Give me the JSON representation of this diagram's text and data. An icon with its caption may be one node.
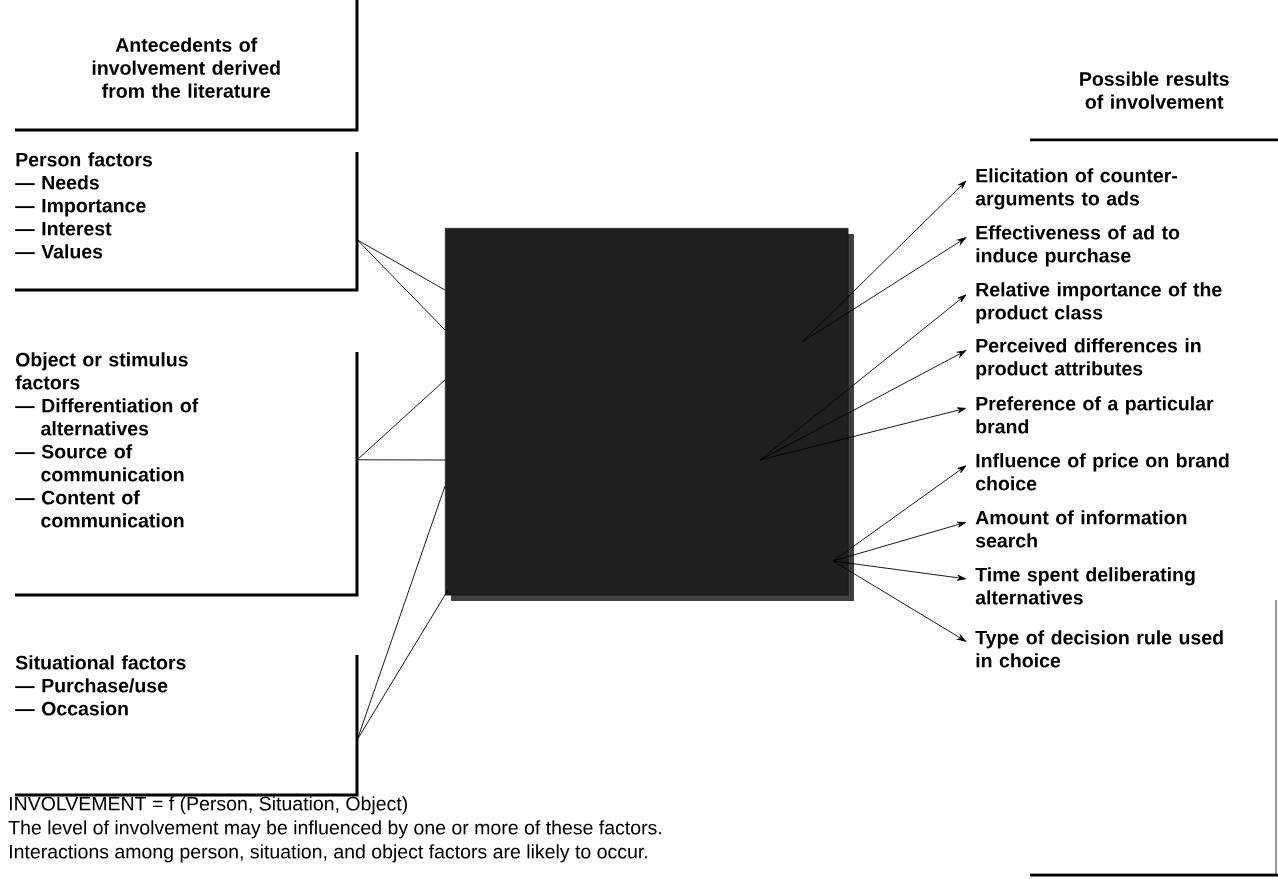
{
  "diagram": {
    "nodes": [
      {
        "text": [
          "Antecedents of involvement derived from the literature"
        ]
      },
      {
        "text": [
          "Possible results of involvement"
        ]
      },
      {
        "text": [
          "Person factors",
          "— Needs",
          "— Importance",
          "— Interest",
          "— Values"
        ]
      },
      {
        "text": [
          "Object or stimulus factors",
          "— Differentiation of alternatives",
          "— Source of communication",
          "— Content of communication"
        ]
      },
      {
        "text": [
          "Situational factors",
          "— Purchase/use",
          "— Occasion"
        ]
      },
      {
        "text": [],
        "shape": "box"
      },
      {
        "text": [
          "Elicitation of counter-arguments to ads"
        ]
      },
      {
        "text": [
          "Effectiveness of ad to induce purchase"
        ]
      },
      {
        "text": [
          "Relative importance of the product class"
        ]
      },
      {
        "text": [
          "Perceived differences in product attributes"
        ]
      },
      {
        "text": [
          "Preference of a particular brand"
        ]
      },
      {
        "text": [
          "Influence of price on brand choice"
        ]
      },
      {
        "text": [
          "Amount of information search"
        ]
      },
      {
        "text": [
          "Time spent deliberating alternatives"
        ]
      },
      {
        "text": [
          "Type of decision rule used in choice"
        ]
      }
    ],
    "edges": [
      {
        "from": 2,
        "to": 5,
        "arrow": "none"
      },
      {
        "from": 2,
        "to": 5,
        "arrow": "none"
      },
      {
        "from": 3,
        "to": 5,
        "arrow": "none"
      },
      {
        "from": 3,
        "to": 5,
        "arrow": "none"
      },
      {
        "from": 4,
        "to": 5,
        "arrow": "none"
      },
      {
        "from": 4,
        "to": 5,
        "arrow": "none"
      },
      {
        "from": 5,
        "to": 6,
        "arrow": "to"
      },
      {
        "from": 5,
        "to": 7,
        "arrow": "to"
      },
      {
        "from": 5,
        "to": 8,
        "arrow": "to"
      },
      {
        "from": 5,
        "to": 9,
        "arrow": "to"
      },
      {
        "from": 5,
        "to": 10,
        "arrow": "to"
      },
      {
        "from": 5,
        "to": 11,
        "arrow": "to"
      },
      {
        "from": 5,
        "to": 12,
        "arrow": "to"
      },
      {
        "from": 5,
        "to": 13,
        "arrow": "to"
      },
      {
        "from": 5,
        "to": 14,
        "arrow": "to"
      }
    ],
    "labels": [
      "INVOLVEMENT = f (Person, Situation, Object)",
      "The level of involvement may be influenced by one or more of these factors.",
      "Interactions among person, situation, and object factors are likely to occur."
    ]
  }
}
